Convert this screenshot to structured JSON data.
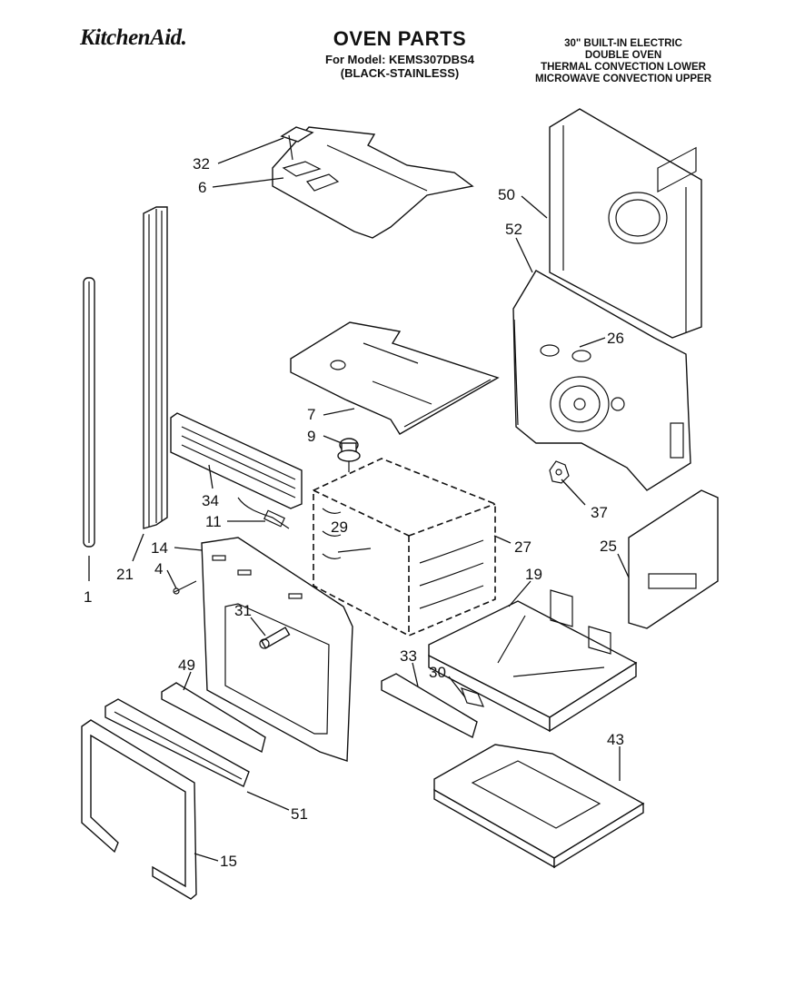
{
  "header": {
    "brand": "KitchenAid.",
    "title": "OVEN PARTS",
    "model_line": "For Model: KEMS307DBS4",
    "finish_line": "(BLACK-STAINLESS)"
  },
  "description": {
    "line1": "30\" BUILT-IN ELECTRIC",
    "line2": "DOUBLE OVEN",
    "line3": "THERMAL CONVECTION LOWER",
    "line4": "MICROWAVE CONVECTION UPPER"
  },
  "callouts": [
    "32",
    "6",
    "50",
    "52",
    "26",
    "7",
    "9",
    "34",
    "11",
    "21",
    "14",
    "4",
    "29",
    "27",
    "37",
    "25",
    "1",
    "19",
    "31",
    "49",
    "33",
    "30",
    "43",
    "51",
    "15"
  ]
}
